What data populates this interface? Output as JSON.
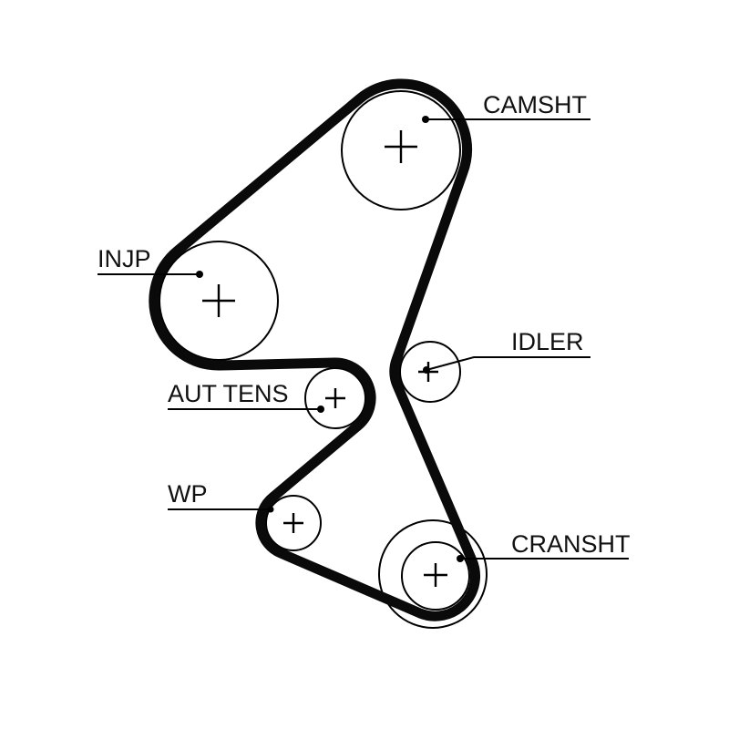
{
  "diagram": {
    "type": "timing-belt-routing",
    "colors": {
      "belt": "#0a0a0a",
      "line": "#000000",
      "text": "#111111",
      "background": "#ffffff"
    },
    "labels": {
      "camsht": "CAMSHT",
      "injp": "INJP",
      "idler": "IDLER",
      "aut_tens": "AUT TENS",
      "wp": "WP",
      "cransht": "CRANSHT"
    }
  }
}
